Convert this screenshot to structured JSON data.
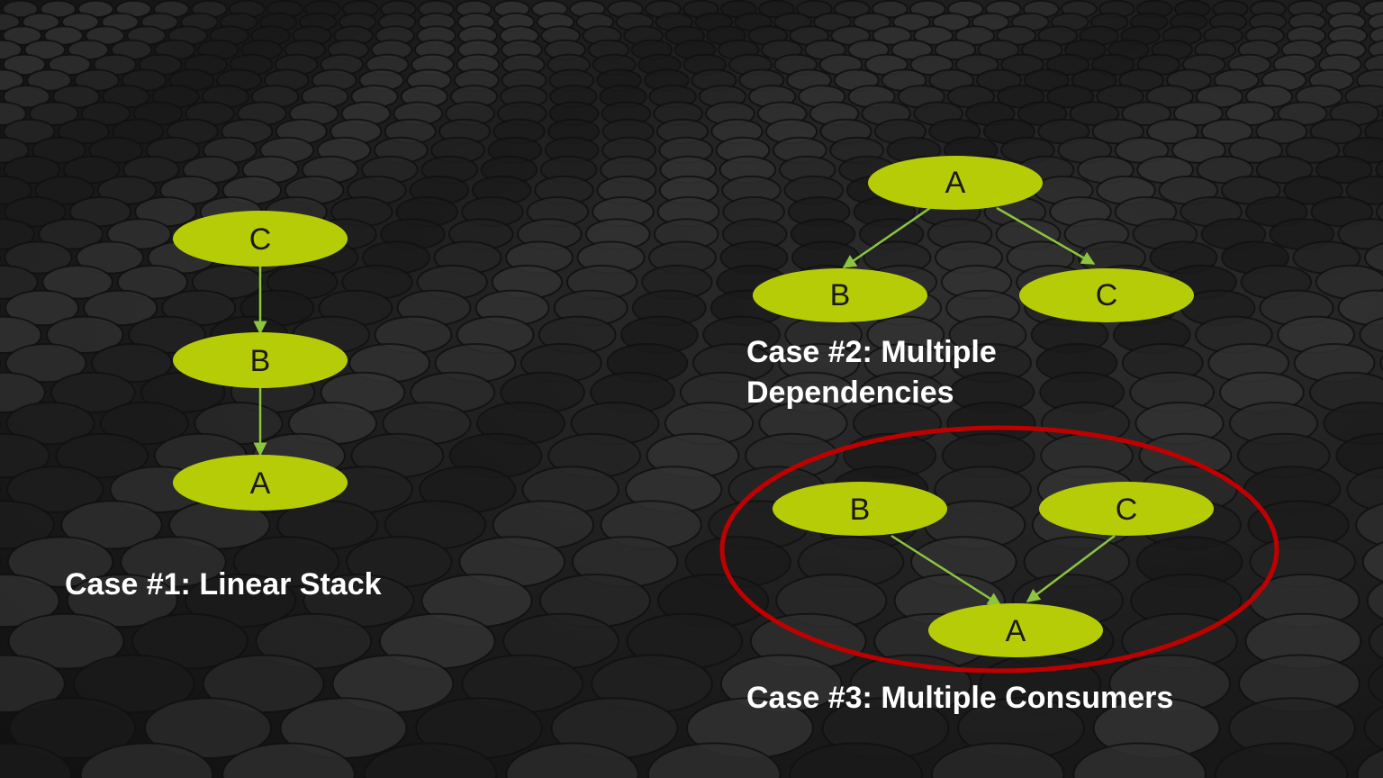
{
  "colors": {
    "background": "#1a1a1a",
    "node_fill": "#b5cc07",
    "edge": "#8cc63f",
    "highlight_ring": "#c00000",
    "caption_text": "#ffffff"
  },
  "captions": {
    "case_1": "Case #1: Linear Stack",
    "case_2_line1": "Case #2: Multiple",
    "case_2_line2": "Dependencies",
    "case_3": "Case #3: Multiple Consumers"
  },
  "diagrams": {
    "case_1": {
      "nodes": [
        "C",
        "B",
        "A"
      ],
      "edges": [
        [
          "C",
          "B"
        ],
        [
          "B",
          "A"
        ]
      ]
    },
    "case_2": {
      "nodes": [
        "A",
        "B",
        "C"
      ],
      "edges": [
        [
          "A",
          "B"
        ],
        [
          "A",
          "C"
        ]
      ]
    },
    "case_3": {
      "nodes": [
        "B",
        "C",
        "A"
      ],
      "edges": [
        [
          "B",
          "A"
        ],
        [
          "C",
          "A"
        ]
      ],
      "highlighted": true
    }
  }
}
